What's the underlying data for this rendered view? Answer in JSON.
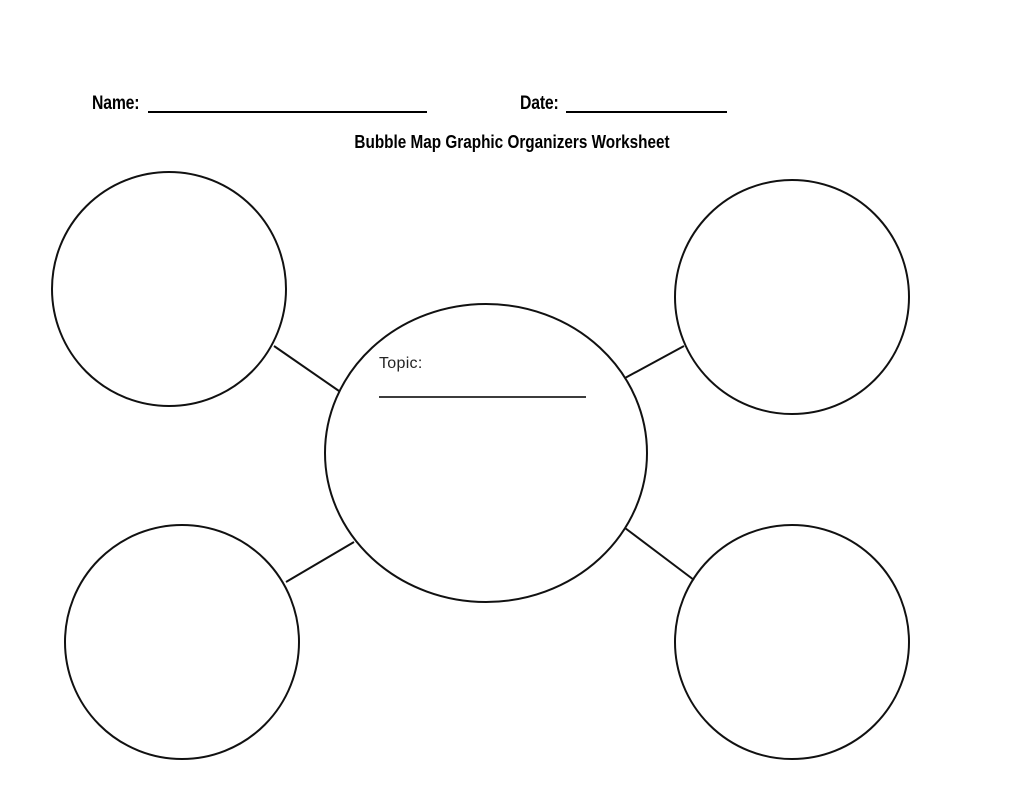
{
  "page": {
    "background_color": "#ffffff",
    "ink_color": "#000000"
  },
  "header": {
    "name_field": {
      "label": "Name:",
      "value": ""
    },
    "date_field": {
      "label": "Date:",
      "value": ""
    },
    "title": "Bubble Map Graphic Organizers Worksheet"
  },
  "bubble_map": {
    "stroke_color": "#111111",
    "underline_color": "#3c3c3c",
    "center_bubble": {
      "label": "Topic:",
      "value": ""
    },
    "outer_bubbles": [
      {
        "position": "top-left",
        "value": ""
      },
      {
        "position": "top-right",
        "value": ""
      },
      {
        "position": "bottom-left",
        "value": ""
      },
      {
        "position": "bottom-right",
        "value": ""
      }
    ]
  }
}
